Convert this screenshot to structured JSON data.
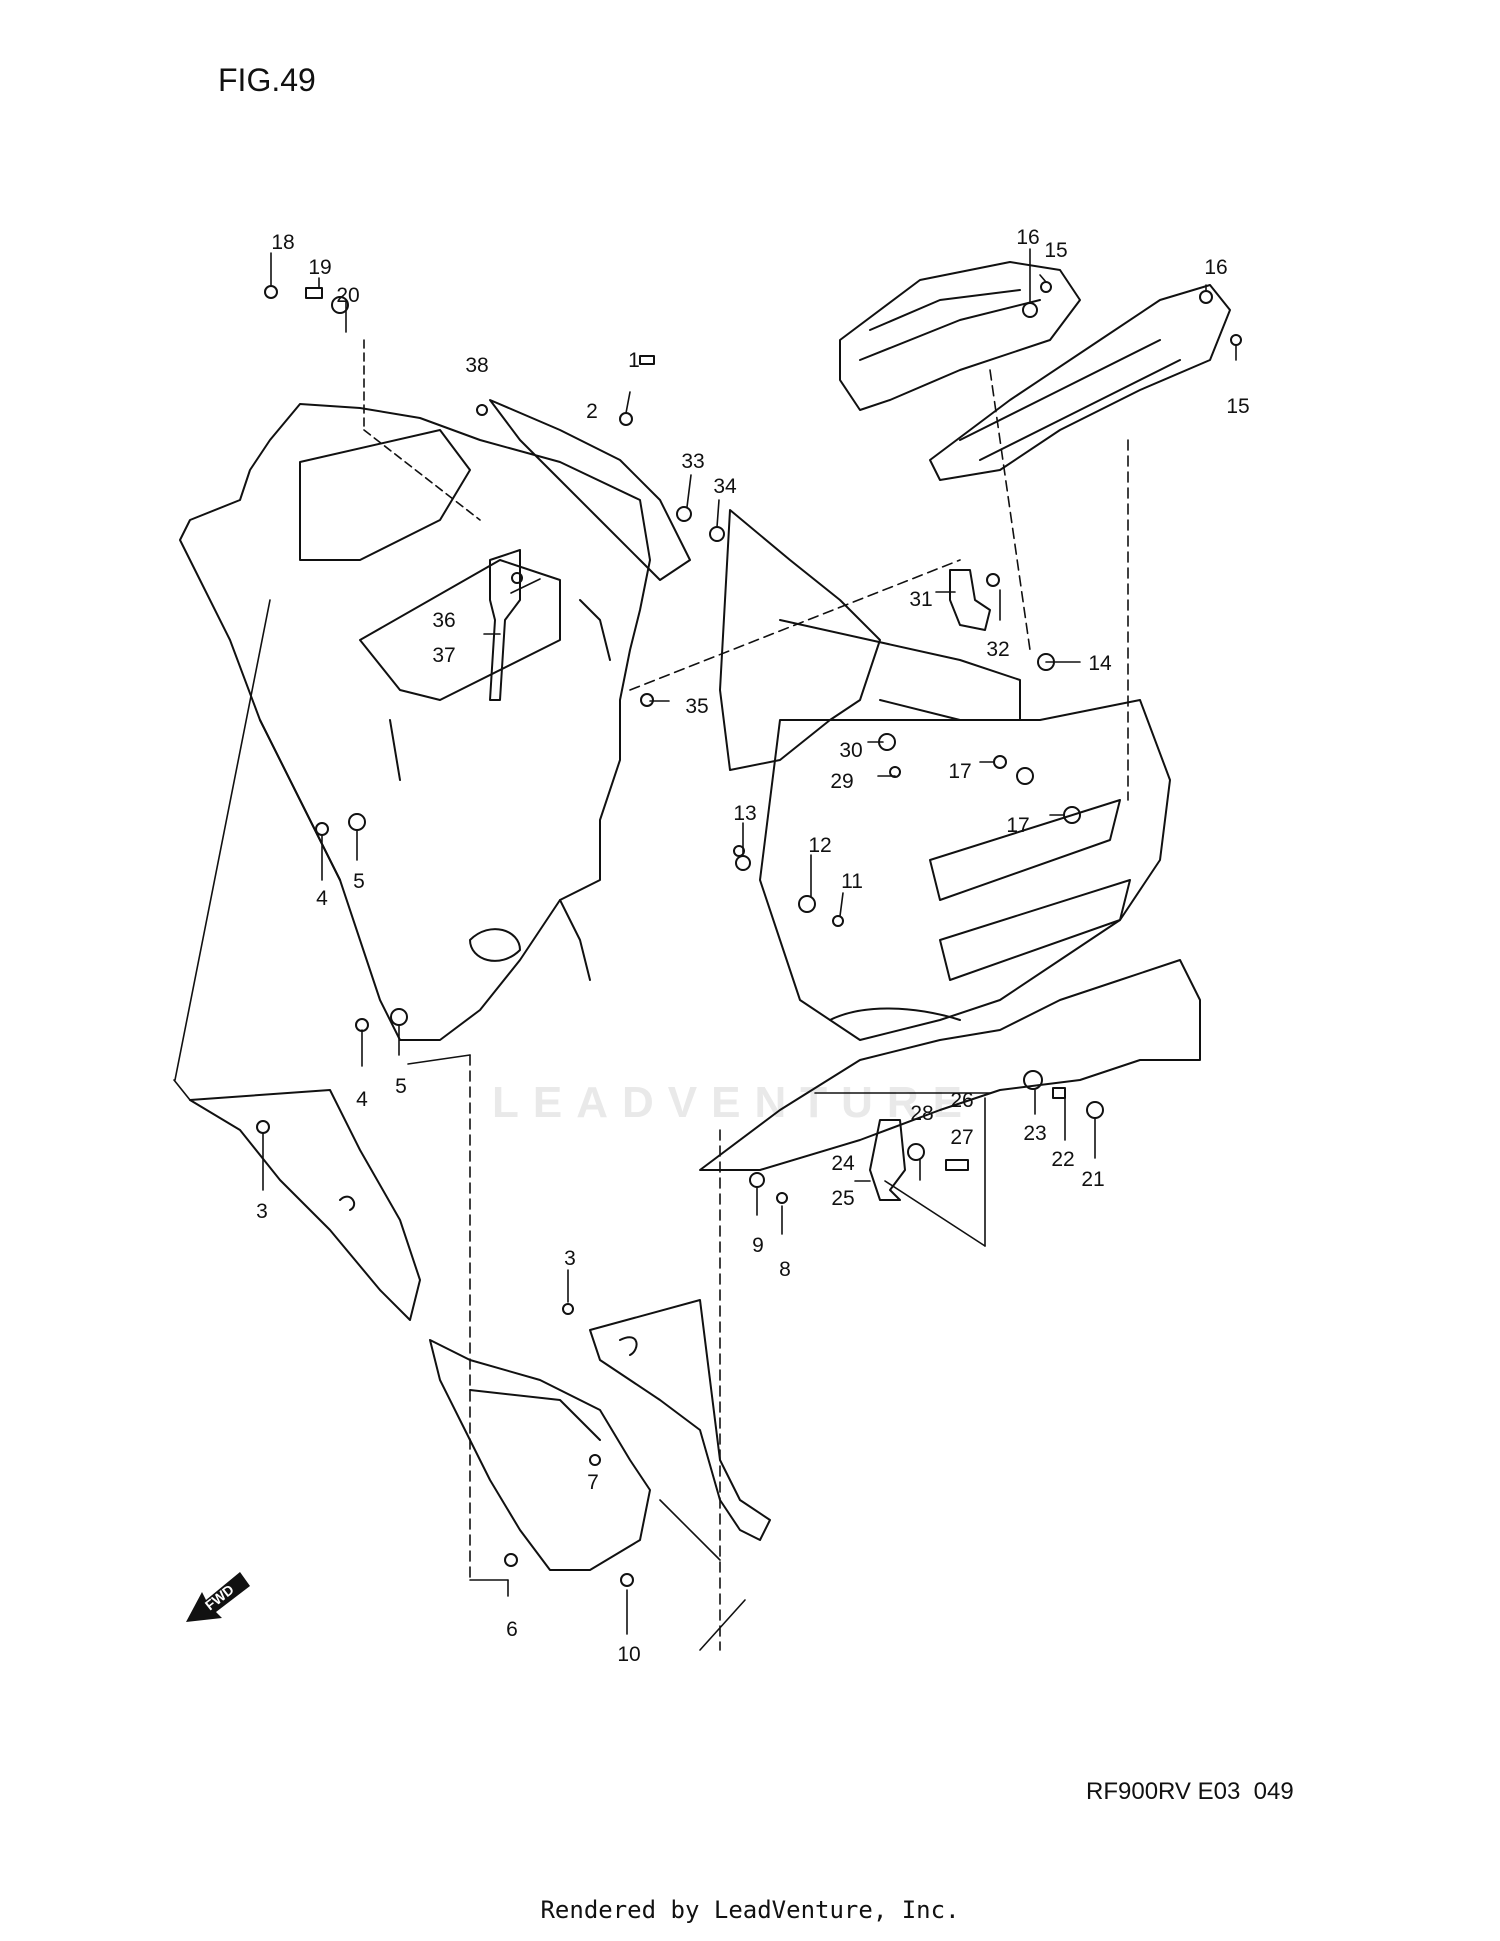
{
  "figure": {
    "title": "FIG.49",
    "code": "RF900RV E03  049",
    "fwd_label": "FWD",
    "watermark": "LEADVENTURE",
    "footer": "Rendered by LeadVenture, Inc."
  },
  "callouts": [
    {
      "id": "c1",
      "text": "1"
    },
    {
      "id": "c2",
      "text": "2"
    },
    {
      "id": "c3a",
      "text": "3"
    },
    {
      "id": "c3b",
      "text": "3"
    },
    {
      "id": "c4a",
      "text": "4"
    },
    {
      "id": "c4b",
      "text": "4"
    },
    {
      "id": "c5a",
      "text": "5"
    },
    {
      "id": "c5b",
      "text": "5"
    },
    {
      "id": "c6",
      "text": "6"
    },
    {
      "id": "c7",
      "text": "7"
    },
    {
      "id": "c8",
      "text": "8"
    },
    {
      "id": "c9",
      "text": "9"
    },
    {
      "id": "c10",
      "text": "10"
    },
    {
      "id": "c11",
      "text": "11"
    },
    {
      "id": "c12",
      "text": "12"
    },
    {
      "id": "c13",
      "text": "13"
    },
    {
      "id": "c14",
      "text": "14"
    },
    {
      "id": "c15a",
      "text": "15"
    },
    {
      "id": "c15b",
      "text": "15"
    },
    {
      "id": "c16a",
      "text": "16"
    },
    {
      "id": "c16b",
      "text": "16"
    },
    {
      "id": "c17a",
      "text": "17"
    },
    {
      "id": "c17b",
      "text": "17"
    },
    {
      "id": "c18",
      "text": "18"
    },
    {
      "id": "c19",
      "text": "19"
    },
    {
      "id": "c20",
      "text": "20"
    },
    {
      "id": "c21",
      "text": "21"
    },
    {
      "id": "c22",
      "text": "22"
    },
    {
      "id": "c23",
      "text": "23"
    },
    {
      "id": "c24",
      "text": "24"
    },
    {
      "id": "c25",
      "text": "25"
    },
    {
      "id": "c26",
      "text": "26"
    },
    {
      "id": "c27",
      "text": "27"
    },
    {
      "id": "c28",
      "text": "28"
    },
    {
      "id": "c29",
      "text": "29"
    },
    {
      "id": "c30",
      "text": "30"
    },
    {
      "id": "c31",
      "text": "31"
    },
    {
      "id": "c32",
      "text": "32"
    },
    {
      "id": "c33",
      "text": "33"
    },
    {
      "id": "c34",
      "text": "34"
    },
    {
      "id": "c35",
      "text": "35"
    },
    {
      "id": "c36",
      "text": "36"
    },
    {
      "id": "c37",
      "text": "37"
    },
    {
      "id": "c38",
      "text": "38"
    }
  ]
}
